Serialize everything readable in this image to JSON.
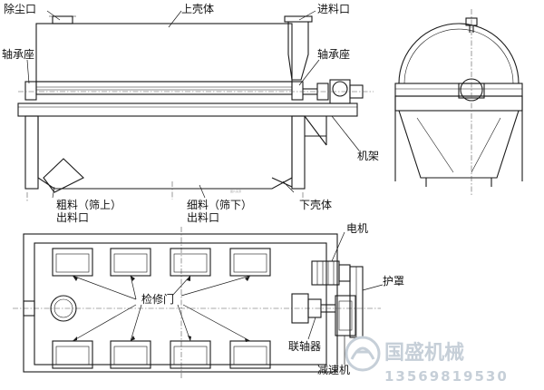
{
  "labels": {
    "dust_port": "除尘口",
    "upper_shell": "上壳体",
    "feed_port": "进料口",
    "bearing_seat_left": "轴承座",
    "bearing_seat_right": "轴承座",
    "frame": "机架",
    "coarse_outlet_line1": "粗料（筛上）",
    "coarse_outlet_line2": "出料口",
    "fine_outlet_line1": "细料（筛下）",
    "fine_outlet_line2": "出料口",
    "lower_shell": "下壳体",
    "motor": "电机",
    "guard": "护罩",
    "inspection_door": "检修门",
    "coupling": "联轴器",
    "reducer": "减速机"
  },
  "watermark": {
    "brand": "国盛机械",
    "phone": "13569819530",
    "color": "#c6cfd8"
  }
}
